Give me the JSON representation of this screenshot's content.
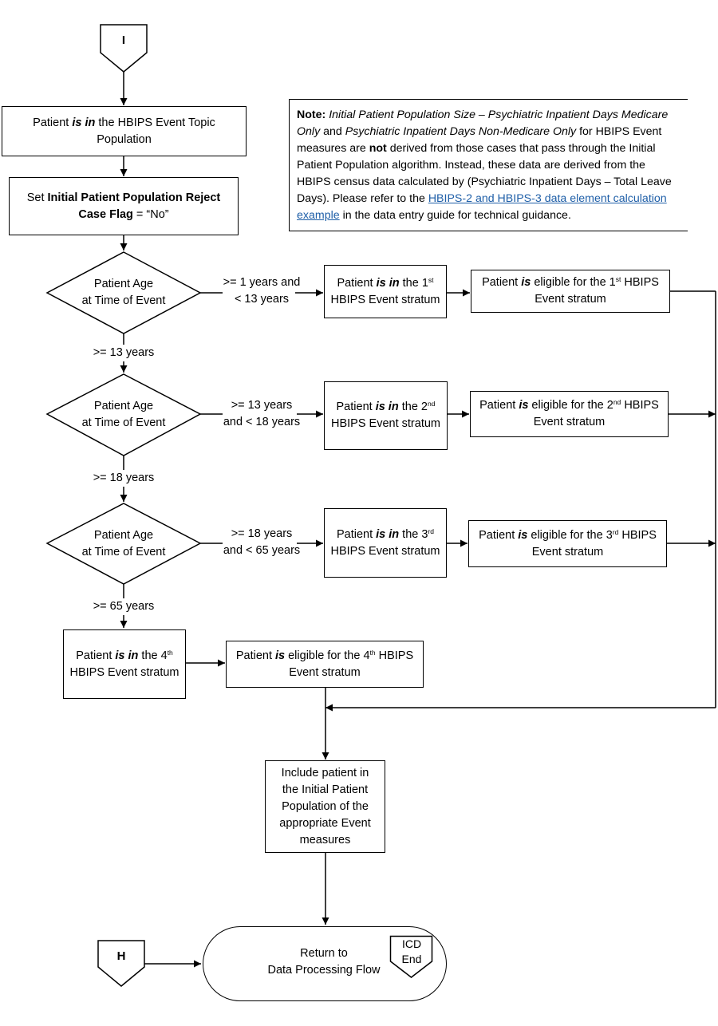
{
  "connectors": {
    "top": "I",
    "bottom": "H",
    "end": [
      "ICD",
      "End"
    ]
  },
  "boxes": {
    "topic_population": {
      "pre": "Patient ",
      "em": "is in",
      "post": " the HBIPS Event Topic Population"
    },
    "reject_flag": {
      "pre": "Set ",
      "bold": "Initial Patient Population Reject Case Flag",
      "post": " = “No”"
    },
    "include": "Include patient in the Initial Patient Population of the appropriate Event measures",
    "return": [
      "Return to",
      "Data Processing Flow"
    ]
  },
  "note": {
    "label": "Note:",
    "s1_italic": "Initial Patient Population Size – Psychiatric Inpatient Days Medicare Only",
    "s2": " and ",
    "s3_italic": "Psychiatric Inpatient Days Non-Medicare Only",
    "s4": " for HBIPS Event measures are ",
    "s5_bold": "not",
    "s6": " derived from those cases that pass through the Initial Patient Population algorithm. Instead, these data are derived from the HBIPS census data calculated by (Psychiatric Inpatient Days – Total Leave Days). Please refer to the ",
    "link": "HBIPS-2 and HBIPS-3 data element calculation example",
    "s7": " in the data entry guide for technical guidance."
  },
  "decisions": [
    {
      "line1": "Patient Age",
      "line2": "at Time of Event",
      "yes1": ">= 1 years and",
      "yes2": "< 13 years",
      "no": ">= 13 years"
    },
    {
      "line1": "Patient Age",
      "line2": "at Time of Event",
      "yes1": ">= 13 years",
      "yes2": "and < 18 years",
      "no": ">= 18 years"
    },
    {
      "line1": "Patient Age",
      "line2": "at Time of Event",
      "yes1": ">= 18 years",
      "yes2": "and < 65 years",
      "no": ">= 65 years"
    }
  ],
  "strata": [
    {
      "ord": "1",
      "sup": "st"
    },
    {
      "ord": "2",
      "sup": "nd"
    },
    {
      "ord": "3",
      "sup": "rd"
    },
    {
      "ord": "4",
      "sup": "th"
    }
  ],
  "stratum_text": {
    "pre": "Patient ",
    "em": "is in",
    "mid": " the ",
    "line2": "HBIPS Event  stratum"
  },
  "eligible_text": {
    "pre": "Patient ",
    "em": "is",
    "mid": " eligible for the ",
    "post": " HBIPS",
    "line2": "Event stratum"
  }
}
